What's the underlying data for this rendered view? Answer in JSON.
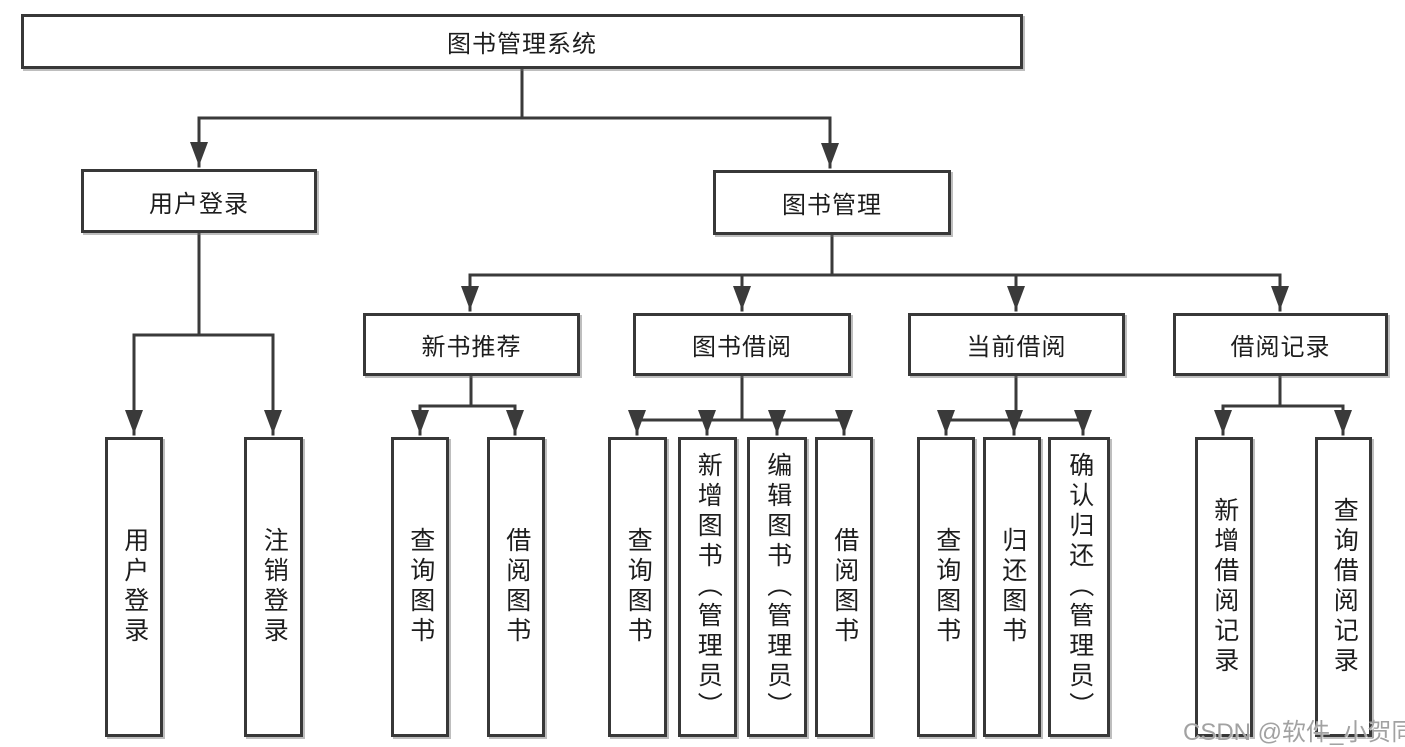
{
  "colors": {
    "background": "#ffffff",
    "line": "#3a3a3a",
    "border": "#383838",
    "text": "#1d1d1d",
    "watermark_text": "#a2a2a2"
  },
  "diagram": {
    "root": {
      "label": "图书管理系统"
    },
    "user_branch": {
      "label": "用户登录",
      "children": [
        {
          "label": "用户登录"
        },
        {
          "label": "注销登录"
        }
      ]
    },
    "mgmt_branch": {
      "label": "图书管理",
      "groups": [
        {
          "label": "新书推荐",
          "children": [
            {
              "label": "查询图书"
            },
            {
              "label": "借阅图书"
            }
          ]
        },
        {
          "label": "图书借阅",
          "children": [
            {
              "label": "查询图书"
            },
            {
              "label": "新增图书（管理员）"
            },
            {
              "label": "编辑图书（管理员）"
            },
            {
              "label": "借阅图书"
            }
          ]
        },
        {
          "label": "当前借阅",
          "children": [
            {
              "label": "查询图书"
            },
            {
              "label": "归还图书"
            },
            {
              "label": "确认归还（管理员）"
            }
          ]
        },
        {
          "label": "借阅记录",
          "children": [
            {
              "label": "新增借阅记录"
            },
            {
              "label": "查询借阅记录"
            }
          ]
        }
      ]
    }
  },
  "watermark": {
    "text": "CSDN @软件_小贺同学"
  }
}
